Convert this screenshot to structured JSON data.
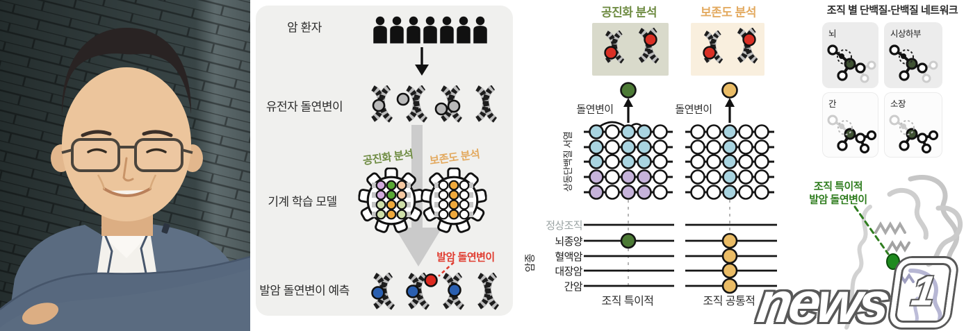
{
  "flow": {
    "panel_bg": "#f0f0ee",
    "patients_label": "암 환자",
    "mutations_label": "유전자 돌연변이",
    "model_label": "기계 학습 모델",
    "prediction_label": "발암 돌연변이 예측",
    "coevolution_label": "공진화 분석",
    "conservation_label": "보존도 분석",
    "driver_mutation_label": "발암 돌연변이",
    "colors": {
      "coevolution": "#6f8c43",
      "conservation": "#e3aa60",
      "driver": "#e03c30",
      "benign_circle": "#2a5fb0",
      "driver_circle": "#dd2a20",
      "gear_palette": [
        "#d2abdd",
        "#58a836",
        "#f6c9a2",
        "#cfe0aa",
        "#efa93c"
      ]
    }
  },
  "analysis": {
    "coevolution": {
      "title": "공진화 분석",
      "title_color": "#6f8c43",
      "box_bg": "#d9dacb",
      "dot_color": "#4c7a35",
      "mutation_label": "돌연변이",
      "bottom_label": "조직 특이적",
      "sequence_rows": [
        [
          "blue",
          "white",
          "blue",
          "blue",
          "white"
        ],
        [
          "blue",
          "white",
          "blue",
          "blue",
          "white"
        ],
        [
          "blue",
          "white",
          "blue",
          "blue",
          "white"
        ],
        [
          "purple",
          "white",
          "purple",
          "purple",
          "white"
        ],
        [
          "purple",
          "white",
          "purple",
          "purple",
          "white"
        ]
      ],
      "tissue_hits": [
        "뇌종양"
      ]
    },
    "conservation": {
      "title": "보존도 분석",
      "title_color": "#e3aa60",
      "box_bg": "#f9efde",
      "dot_color": "#eabc66",
      "mutation_label": "돌연변이",
      "bottom_label": "조직 공통적",
      "sequence_rows": [
        [
          "white",
          "white",
          "blue",
          "white",
          "white"
        ],
        [
          "white",
          "white",
          "blue",
          "white",
          "white"
        ],
        [
          "white",
          "white",
          "blue",
          "white",
          "white"
        ],
        [
          "white",
          "white",
          "blue",
          "white",
          "white"
        ],
        [
          "white",
          "white",
          "blue",
          "white",
          "white"
        ]
      ],
      "tissue_hits": [
        "뇌종양",
        "혈액암",
        "대장암",
        "간암"
      ]
    },
    "sequence_axis_label": "상동단백질 서열",
    "cancer_axis_label": "암종",
    "tissue_rows": [
      {
        "label": "정상조직",
        "muted": true
      },
      {
        "label": "뇌종양",
        "muted": false
      },
      {
        "label": "혈액암",
        "muted": false
      },
      {
        "label": "대장암",
        "muted": false
      },
      {
        "label": "간암",
        "muted": false
      }
    ],
    "circle_colors": {
      "blue": "#a9d4e0",
      "purple": "#c6b3da",
      "white": "#ffffff"
    }
  },
  "network": {
    "title": "조직 별 단백질-단백질 네트워크",
    "tissues": [
      {
        "label": "뇌",
        "highlight": true
      },
      {
        "label": "시상하부",
        "highlight": true
      },
      {
        "label": "간",
        "highlight": false
      },
      {
        "label": "소장",
        "highlight": false
      }
    ]
  },
  "protein": {
    "annotation_line1": "조직 특이적",
    "annotation_line2": "발암 돌연변이",
    "annotation_color": "#2f7d1f"
  },
  "watermark": {
    "text_main": "news",
    "text_digit": "1"
  },
  "icons": [
    "person-icon",
    "dna-icon",
    "gear-icon",
    "arrow-down-icon",
    "arrow-up-icon",
    "protein-network-icon",
    "protein-structure-icon"
  ]
}
